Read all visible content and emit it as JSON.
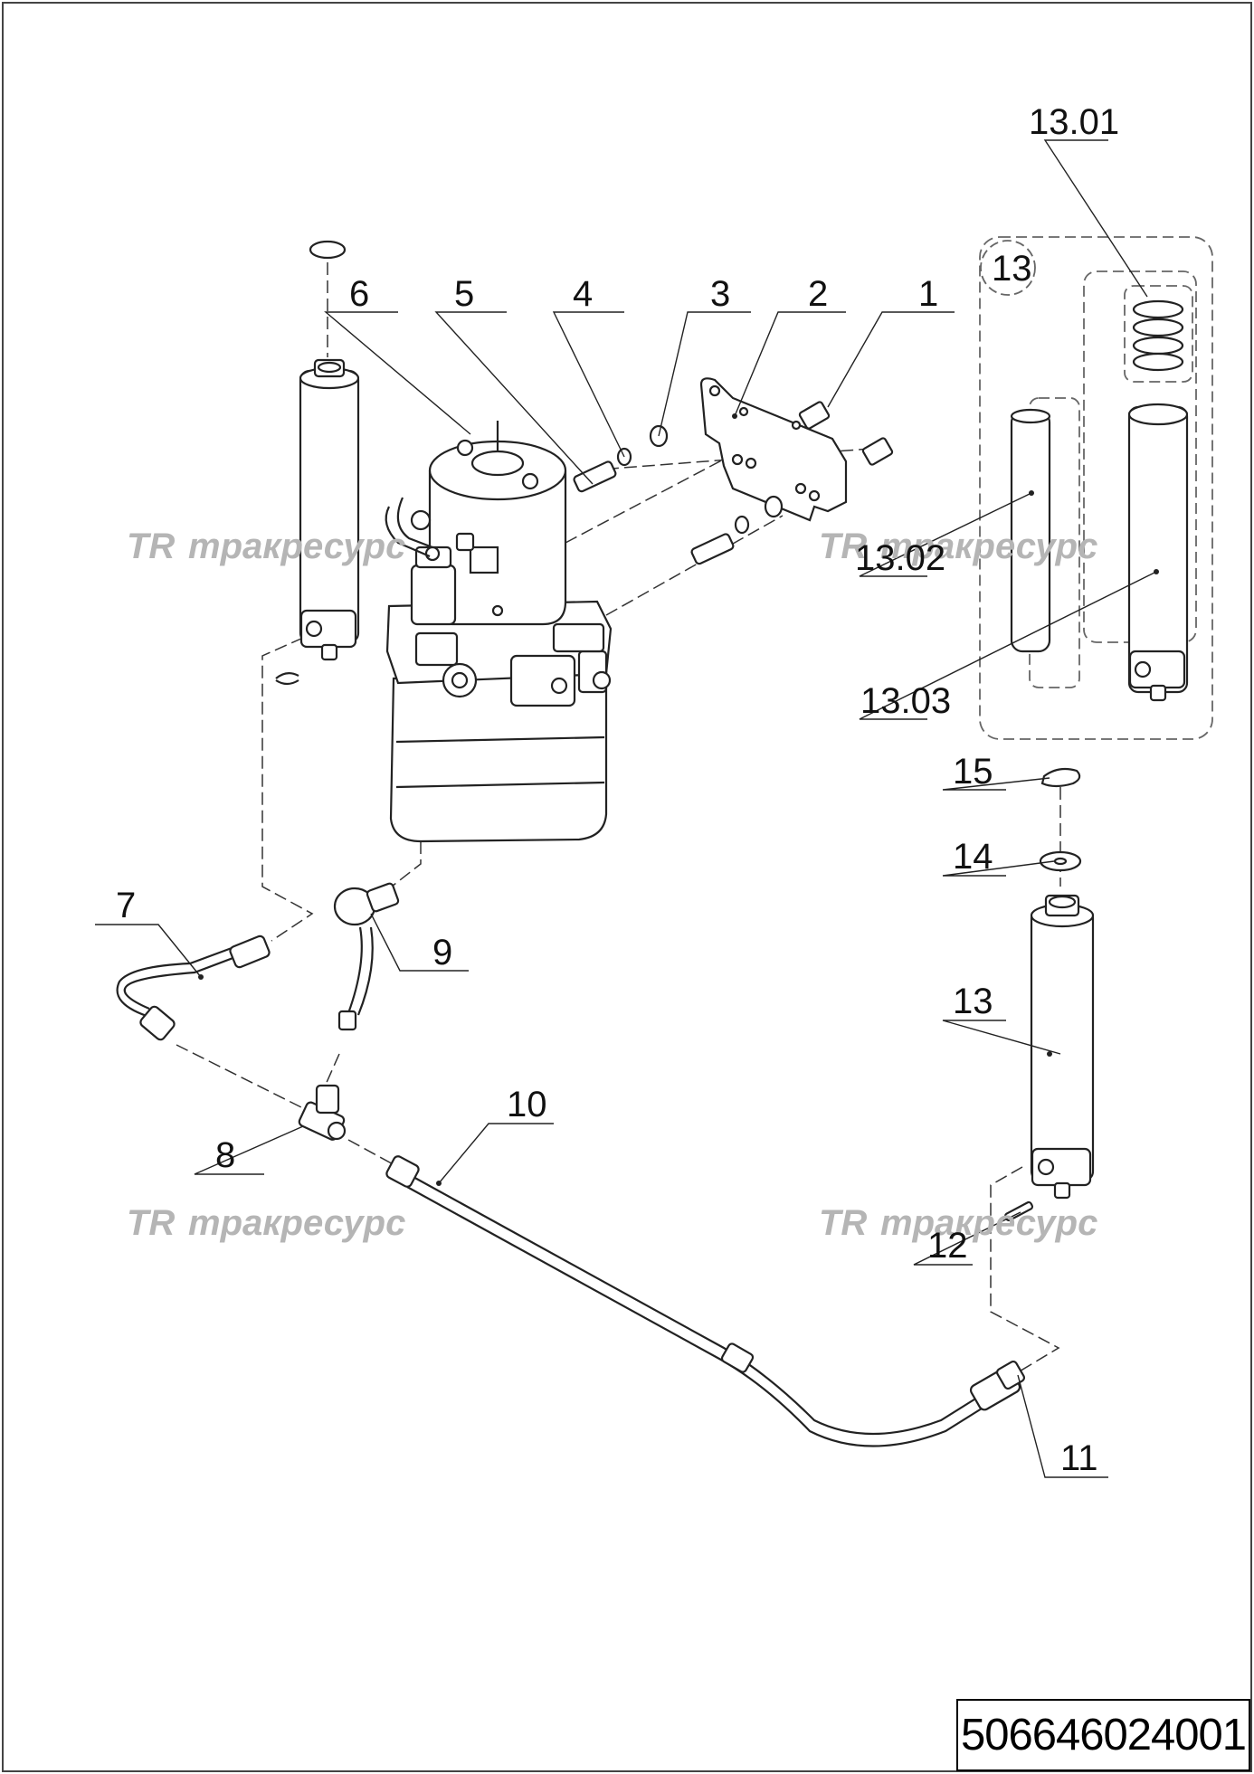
{
  "callouts": {
    "c1": "1",
    "c2": "2",
    "c3": "3",
    "c4": "4",
    "c5": "5",
    "c6": "6",
    "c7": "7",
    "c8": "8",
    "c9": "9",
    "c10": "10",
    "c11": "11",
    "c12": "12",
    "c13_group": "13",
    "c13": "13",
    "c13_01": "13.01",
    "c13_02": "13.02",
    "c13_03": "13.03",
    "c14": "14",
    "c15": "15"
  },
  "watermark": {
    "logo": "TR",
    "text": "тракресурс"
  },
  "document_code": "506646024001",
  "colors": {
    "line": "#222222",
    "watermark": "#b5b5b5",
    "background": "#ffffff"
  }
}
